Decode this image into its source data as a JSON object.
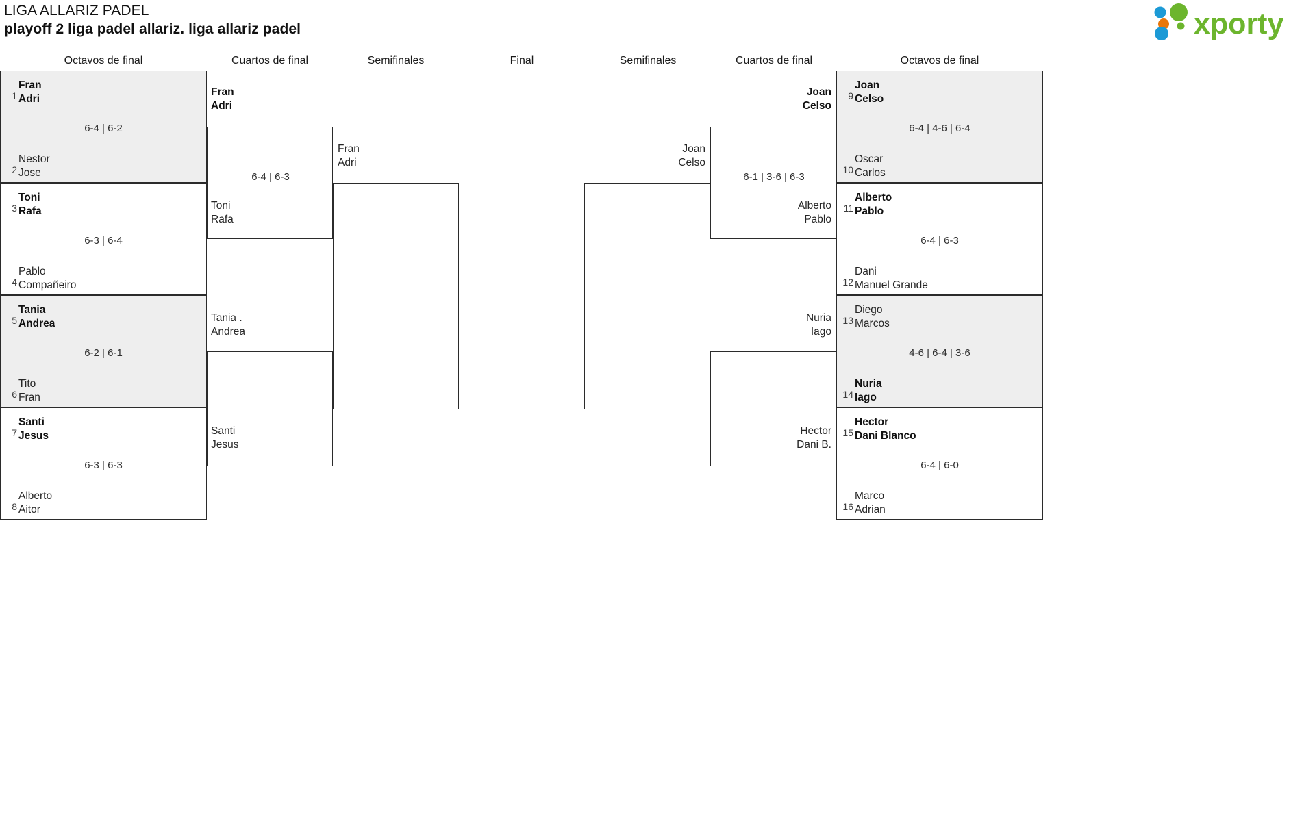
{
  "header": {
    "tournament_title": "LIGA ALLARIZ PADEL",
    "subtitle": "playoff 2 liga padel allariz. liga allariz padel",
    "brand": "xporty",
    "brand_colors": {
      "green": "#6cb52d",
      "orange": "#e8770b",
      "blue": "#1c9ad6"
    }
  },
  "round_headers": [
    {
      "label": "Octavos de final",
      "side": "left"
    },
    {
      "label": "Cuartos de final",
      "side": "left"
    },
    {
      "label": "Semifinales",
      "side": "left"
    },
    {
      "label": "Final",
      "side": "center"
    },
    {
      "label": "Semifinales",
      "side": "right"
    },
    {
      "label": "Cuartos de final",
      "side": "right"
    },
    {
      "label": "Octavos de final",
      "side": "right"
    }
  ],
  "left": {
    "octavos": [
      {
        "seed_top": "1",
        "top_p1": "Fran",
        "top_p2": "Adri",
        "top_win": true,
        "seed_bot": "2",
        "bot_p1": "Nestor",
        "bot_p2": "Jose",
        "bot_win": false,
        "score": "6-4 | 6-2",
        "shaded": true
      },
      {
        "seed_top": "3",
        "top_p1": "Toni",
        "top_p2": "Rafa",
        "top_win": true,
        "seed_bot": "4",
        "bot_p1": "Pablo",
        "bot_p2": "Compañeiro",
        "bot_win": false,
        "score": "6-3 | 6-4",
        "shaded": false
      },
      {
        "seed_top": "5",
        "top_p1": "Tania",
        "top_p2": "Andrea",
        "top_win": true,
        "seed_bot": "6",
        "bot_p1": "Tito",
        "bot_p2": "Fran",
        "bot_win": false,
        "score": "6-2 | 6-1",
        "shaded": true
      },
      {
        "seed_top": "7",
        "top_p1": "Santi",
        "top_p2": "Jesus",
        "top_win": true,
        "seed_bot": "8",
        "bot_p1": "Alberto",
        "bot_p2": "Aitor",
        "bot_win": false,
        "score": "6-3 | 6-3",
        "shaded": false
      }
    ],
    "cuartos": [
      {
        "top_p1": "Fran",
        "top_p2": "Adri",
        "top_win": true,
        "bot_p1": "Toni",
        "bot_p2": "Rafa",
        "bot_win": false,
        "score": "6-4 | 6-3"
      },
      {
        "top_p1": "Tania .",
        "top_p2": "Andrea",
        "top_win": false,
        "bot_p1": "Santi",
        "bot_p2": "Jesus",
        "bot_win": false,
        "score": ""
      }
    ],
    "semifinal": {
      "p1": "Fran",
      "p2": "Adri",
      "win": false,
      "score": ""
    }
  },
  "right": {
    "octavos": [
      {
        "seed_top": "9",
        "top_p1": "Joan",
        "top_p2": "Celso",
        "top_win": true,
        "seed_bot": "10",
        "bot_p1": "Oscar",
        "bot_p2": "Carlos",
        "bot_win": false,
        "score": "6-4 | 4-6 | 6-4",
        "shaded": true
      },
      {
        "seed_top": "11",
        "top_p1": "Alberto",
        "top_p2": "Pablo",
        "top_win": true,
        "seed_bot": "12",
        "bot_p1": "Dani",
        "bot_p2": "Manuel Grande",
        "bot_win": false,
        "score": "6-4 | 6-3",
        "shaded": false
      },
      {
        "seed_top": "13",
        "top_p1": "Diego",
        "top_p2": "Marcos",
        "top_win": false,
        "seed_bot": "14",
        "bot_p1": "Nuria",
        "bot_p2": "Iago",
        "bot_win": true,
        "score": "4-6 | 6-4 | 3-6",
        "shaded": true
      },
      {
        "seed_top": "15",
        "top_p1": "Hector",
        "top_p2": "Dani Blanco",
        "top_win": true,
        "seed_bot": "16",
        "bot_p1": "Marco",
        "bot_p2": "Adrian",
        "bot_win": false,
        "score": "6-4 | 6-0",
        "shaded": false
      }
    ],
    "cuartos": [
      {
        "top_p1": "Joan",
        "top_p2": "Celso",
        "top_win": true,
        "bot_p1": "Alberto",
        "bot_p2": "Pablo",
        "bot_win": false,
        "score": "6-1 | 3-6 | 6-3"
      },
      {
        "top_p1": "Nuria",
        "top_p2": "Iago",
        "top_win": false,
        "bot_p1": "Hector",
        "bot_p2": "Dani B.",
        "bot_win": false,
        "score": ""
      }
    ],
    "semifinal": {
      "p1": "Joan",
      "p2": "Celso",
      "win": false,
      "score": ""
    }
  }
}
